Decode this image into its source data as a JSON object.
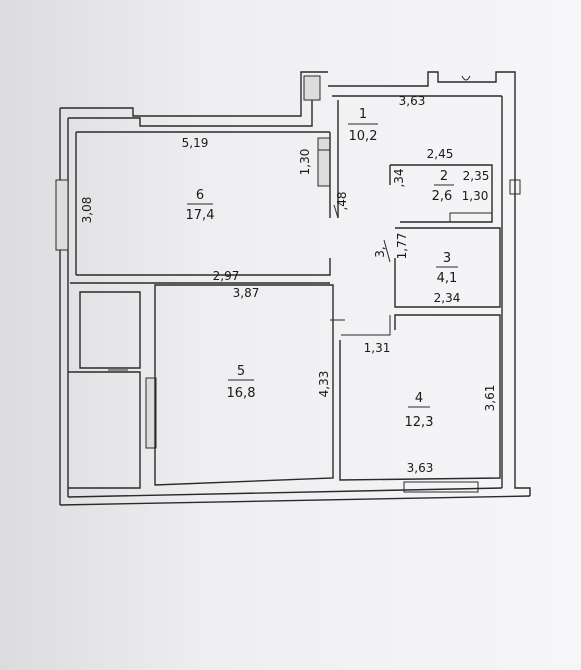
{
  "rooms": [
    {
      "number": "1",
      "area": "10,2"
    },
    {
      "number": "2",
      "area": "2,6"
    },
    {
      "number": "3",
      "area": "4,1"
    },
    {
      "number": "4",
      "area": "12,3"
    },
    {
      "number": "5",
      "area": "16,8"
    },
    {
      "number": "6",
      "area": "17,4"
    }
  ],
  "dimensions": {
    "room1_width": "3,63",
    "room6_width": "5,19",
    "room6_side": "1,30",
    "room6_height": "3,08",
    "door_48": ",48",
    "room2_top": "2,45",
    "room2_right": "2,35",
    "room2_34": ",34",
    "room2_130": "1,30",
    "room3_side": "1,77",
    "room3_small": "3,",
    "room3_bottom": "2,34",
    "hall_297": "2,97",
    "room5_width": "3,87",
    "room5_height": "4,33",
    "room4_131": "1,31",
    "room4_height": "3,61",
    "room4_width": "3,63"
  }
}
